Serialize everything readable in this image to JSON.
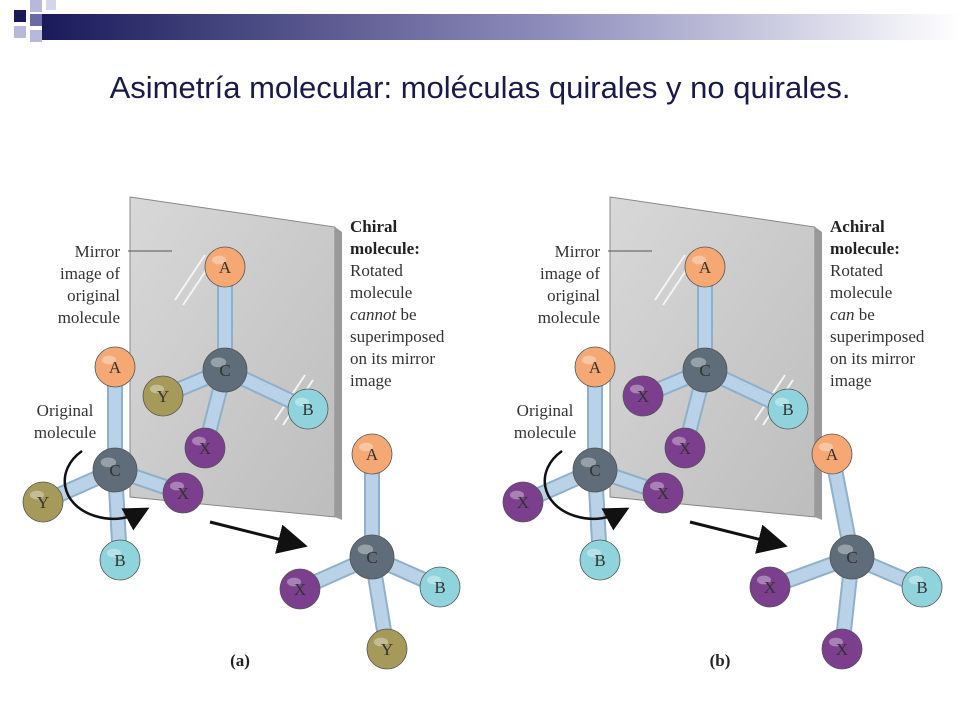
{
  "title": "Asimetría molecular: moléculas quirales y no quirales.",
  "colors": {
    "A": "#f5a873",
    "B": "#8fd4dc",
    "X": "#7b3f8e",
    "Y": "#a59a5a",
    "C": "#5f6d7a",
    "bond": "#b9d2e8"
  },
  "panels": [
    {
      "caption": "(a)",
      "mirror_label": [
        "Mirror",
        "image of",
        "original",
        "molecule"
      ],
      "original_label": [
        "Original",
        "molecule"
      ],
      "side_title": [
        "Chiral",
        "molecule:"
      ],
      "side_desc": [
        "Rotated",
        "molecule",
        "cannot be",
        "superimposed",
        "on its mirror",
        "image"
      ],
      "side_emphasis": "cannot",
      "mirror_molecule": {
        "top": "A",
        "center": "C",
        "left": "Y",
        "right": "B",
        "bottom": "X"
      },
      "original_molecule": {
        "top": "A",
        "center": "C",
        "left": "Y",
        "right": "X",
        "bottom": "B"
      },
      "rotated_molecule": {
        "top": "A",
        "center": "C",
        "left": "X",
        "right": "B",
        "bottom": "Y"
      }
    },
    {
      "caption": "(b)",
      "mirror_label": [
        "Mirror",
        "image of",
        "original",
        "molecule"
      ],
      "original_label": [
        "Original",
        "molecule"
      ],
      "side_title": [
        "Achiral",
        "molecule:"
      ],
      "side_desc": [
        "Rotated",
        "molecule",
        "can be",
        "superimposed",
        "on its mirror",
        "image"
      ],
      "side_emphasis": "can",
      "mirror_molecule": {
        "top": "A",
        "center": "C",
        "left": "X",
        "right": "B",
        "bottom": "X"
      },
      "original_molecule": {
        "top": "A",
        "center": "C",
        "left": "X",
        "right": "X",
        "bottom": "B"
      },
      "rotated_molecule": {
        "top": "A",
        "center": "C",
        "left": "X",
        "right": "B",
        "bottom": "X"
      }
    }
  ]
}
